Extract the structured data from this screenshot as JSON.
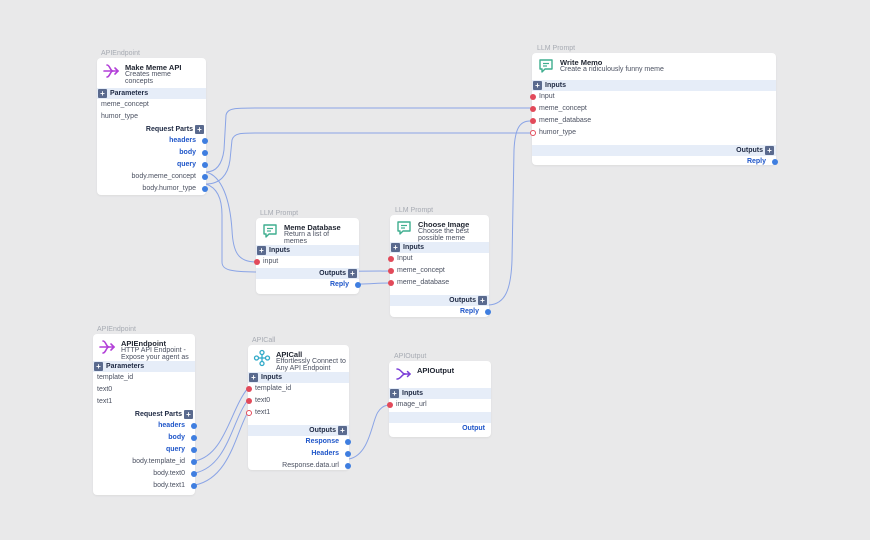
{
  "nodes": {
    "make_meme": {
      "type_label": "APIEndpoint",
      "title": "Make Meme API",
      "desc": "Creates meme concepts",
      "section": "Parameters",
      "params": [
        "meme_concept",
        "humor_type"
      ],
      "parts_label": "Request Parts",
      "outputs": [
        "headers",
        "body",
        "query",
        "body.meme_concept",
        "body.humor_type"
      ]
    },
    "write_meme": {
      "type_label": "LLM Prompt",
      "title": "Write Memo",
      "desc": "Create a ridiculously funny meme",
      "inputs_label": "Inputs",
      "inputs": [
        "Input",
        "meme_concept",
        "meme_database",
        "humor_type"
      ],
      "outputs_label": "Outputs",
      "reply": "Reply"
    },
    "meme_db": {
      "type_label": "LLM Prompt",
      "title": "Meme Database",
      "desc": "Return a list of memes",
      "inputs_label": "Inputs",
      "inputs": [
        "input"
      ],
      "outputs_label": "Outputs",
      "reply": "Reply"
    },
    "choose_image": {
      "type_label": "LLM Prompt",
      "title": "Choose Image",
      "desc": "Choose the best possible meme",
      "inputs_label": "Inputs",
      "inputs": [
        "Input",
        "meme_concept",
        "meme_database"
      ],
      "outputs_label": "Outputs",
      "reply": "Reply"
    },
    "api_endpoint": {
      "type_label": "APIEndpoint",
      "title": "APIEndpoint",
      "desc": "HTTP API Endpoint - Expose your agent as",
      "section": "Parameters",
      "params": [
        "template_id",
        "text0",
        "text1"
      ],
      "parts_label": "Request Parts",
      "outputs": [
        "headers",
        "body",
        "query",
        "body.template_id",
        "body.text0",
        "body.text1"
      ]
    },
    "api_call": {
      "type_label": "APICall",
      "title": "APICall",
      "desc": "Effortlessly Connect to Any API Endpoint",
      "inputs_label": "Inputs",
      "inputs": [
        "template_id",
        "text0",
        "text1"
      ],
      "outputs_label": "Outputs",
      "outputs": [
        "Response",
        "Headers",
        "Response.data.url"
      ]
    },
    "api_output": {
      "type_label": "APIOutput",
      "title": "APIOutput",
      "inputs_label": "Inputs",
      "inputs": [
        "image_url"
      ],
      "outputs_label": "Output"
    }
  },
  "colors": {
    "canvas": "#e9e9ea",
    "wire": "#8aa4e6",
    "input_port": "#e24a5a",
    "output_port": "#3f7ee0",
    "section_bg": "#e6edf8",
    "endpoint_icon": "#b23fd8",
    "prompt_icon": "#3fae8f",
    "apicall_icon": "#2fa9c8",
    "output_icon": "#7b3fd8"
  },
  "icons": {
    "endpoint": "endpoint-branch-icon",
    "prompt": "chat-bubble-icon",
    "apicall": "network-nodes-icon",
    "output": "output-arrow-icon"
  }
}
